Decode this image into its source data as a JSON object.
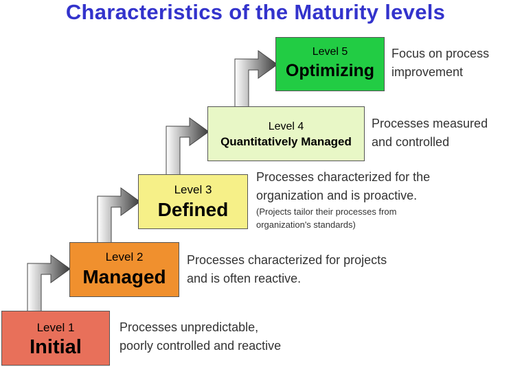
{
  "title": "Characteristics of the Maturity levels",
  "levels": [
    {
      "label": "Level 1",
      "name": "Initial",
      "color": "#e8705a",
      "description": [
        "Processes unpredictable,",
        "poorly controlled and reactive"
      ]
    },
    {
      "label": "Level 2",
      "name": "Managed",
      "color": "#f0902e",
      "description": [
        "Processes characterized for projects",
        "and is often reactive."
      ]
    },
    {
      "label": "Level 3",
      "name": "Defined",
      "color": "#f6f088",
      "description": [
        "Processes characterized for the",
        "organization and is proactive."
      ],
      "note": [
        "(Projects tailor their processes from",
        "organization's standards)"
      ]
    },
    {
      "label": "Level 4",
      "name": "Quantitatively Managed",
      "color": "#e8f7c6",
      "description": [
        "Processes measured",
        "and controlled"
      ]
    },
    {
      "label": "Level 5",
      "name": "Optimizing",
      "color": "#22cc44",
      "description": [
        "Focus on process",
        "improvement"
      ]
    }
  ],
  "arrow_colors": {
    "light": "#ffffff",
    "dark": "#3a3a3a"
  }
}
